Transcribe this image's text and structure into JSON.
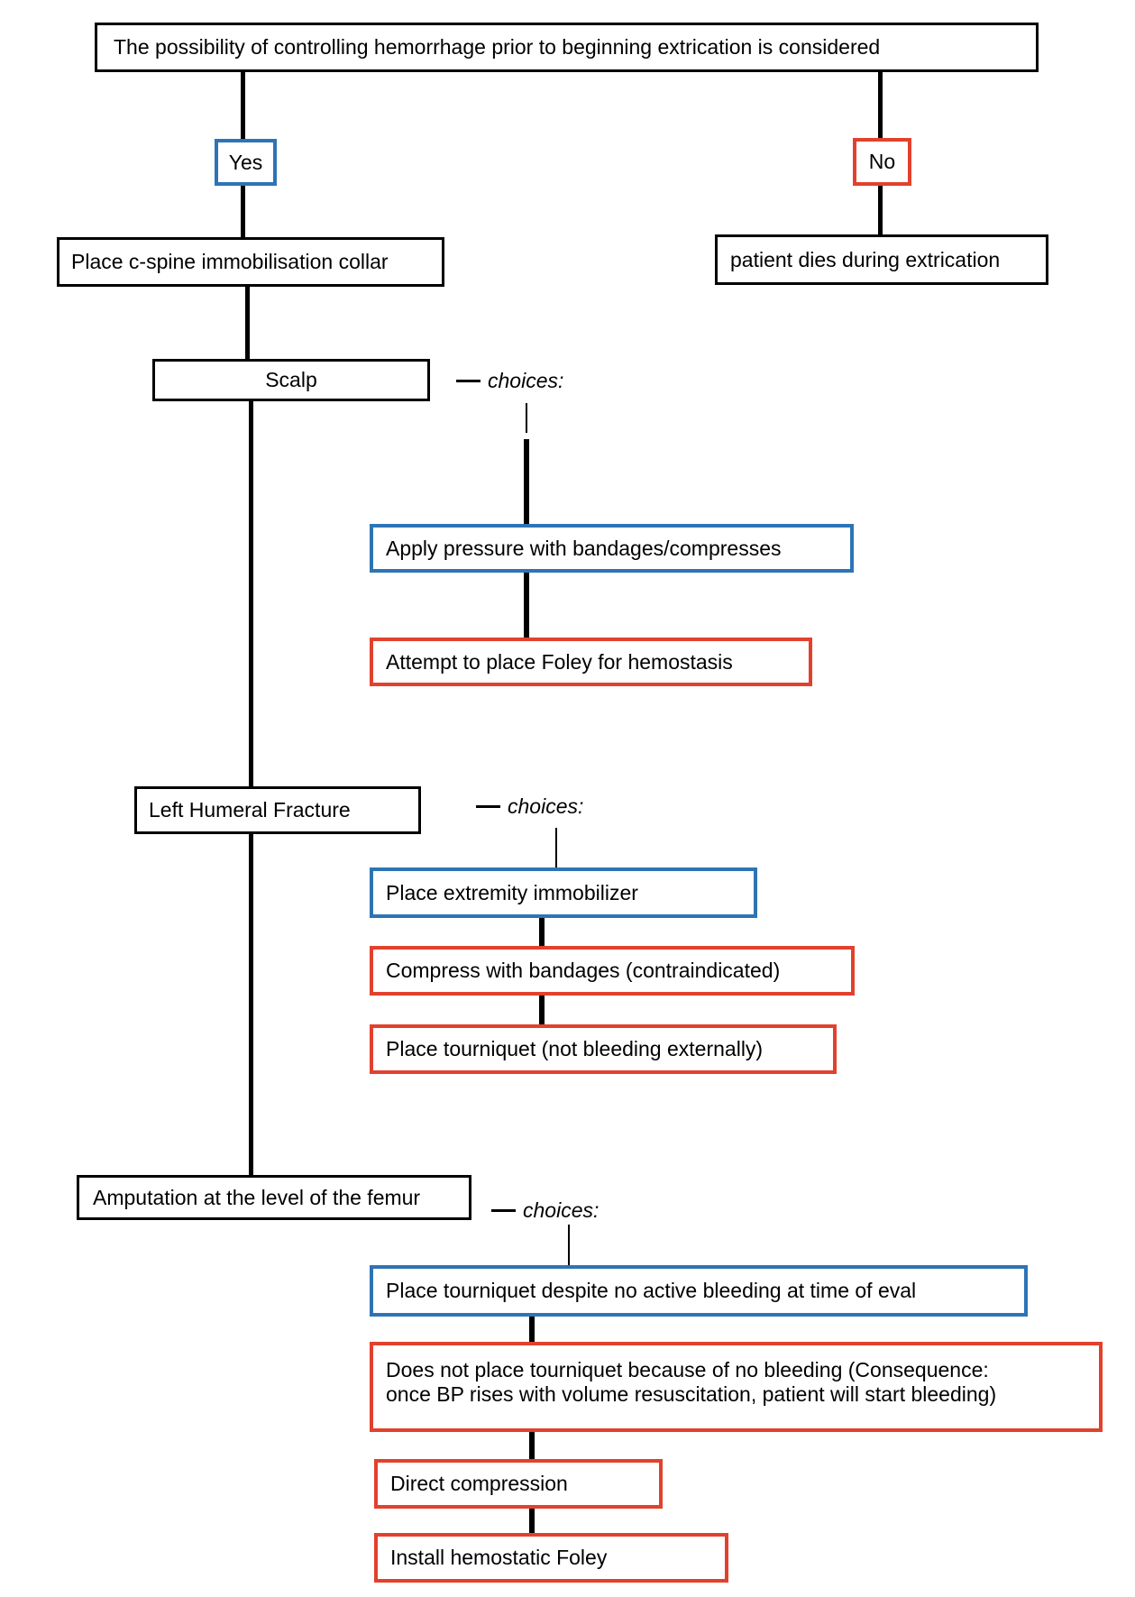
{
  "colors": {
    "positive_border": "#2E74B5",
    "negative_border": "#E2412D",
    "neutral_border": "#000000",
    "connector": "#000000",
    "background": "#FFFFFF"
  },
  "labels": {
    "choices": "choices:"
  },
  "nodes": {
    "root": {
      "label": "The possibility of controlling hemorrhage prior to beginning extrication is considered",
      "kind": "neutral"
    },
    "yes": {
      "label": "Yes",
      "kind": "positive"
    },
    "no": {
      "label": "No",
      "kind": "negative"
    },
    "cspine": {
      "label": "Place c-spine immobilisation collar",
      "kind": "neutral"
    },
    "patient_dies": {
      "label": "patient dies during extrication",
      "kind": "neutral"
    },
    "scalp": {
      "label": "Scalp",
      "kind": "neutral"
    },
    "scalp_apply_pressure": {
      "label": "Apply pressure with bandages/compresses",
      "kind": "positive"
    },
    "scalp_foley": {
      "label": "Attempt to place Foley for hemostasis",
      "kind": "negative"
    },
    "humeral": {
      "label": "Left Humeral Fracture",
      "kind": "neutral"
    },
    "humeral_immobilizer": {
      "label": "Place extremity immobilizer",
      "kind": "positive"
    },
    "humeral_compress": {
      "label": "Compress with bandages (contraindicated)",
      "kind": "negative"
    },
    "humeral_tourniquet": {
      "label": "Place tourniquet (not bleeding externally)",
      "kind": "negative"
    },
    "femur": {
      "label": "Amputation at the level of the femur",
      "kind": "neutral"
    },
    "femur_tourniquet": {
      "label": "Place tourniquet despite no active bleeding at time of eval",
      "kind": "positive"
    },
    "femur_no_tourniquet": {
      "label": "Does not place tourniquet because of no bleeding (Consequence:\nonce BP rises with volume resuscitation, patient will start bleeding)",
      "kind": "negative"
    },
    "femur_compression": {
      "label": "Direct compression",
      "kind": "negative"
    },
    "femur_foley": {
      "label": "Install hemostatic Foley",
      "kind": "negative"
    }
  }
}
